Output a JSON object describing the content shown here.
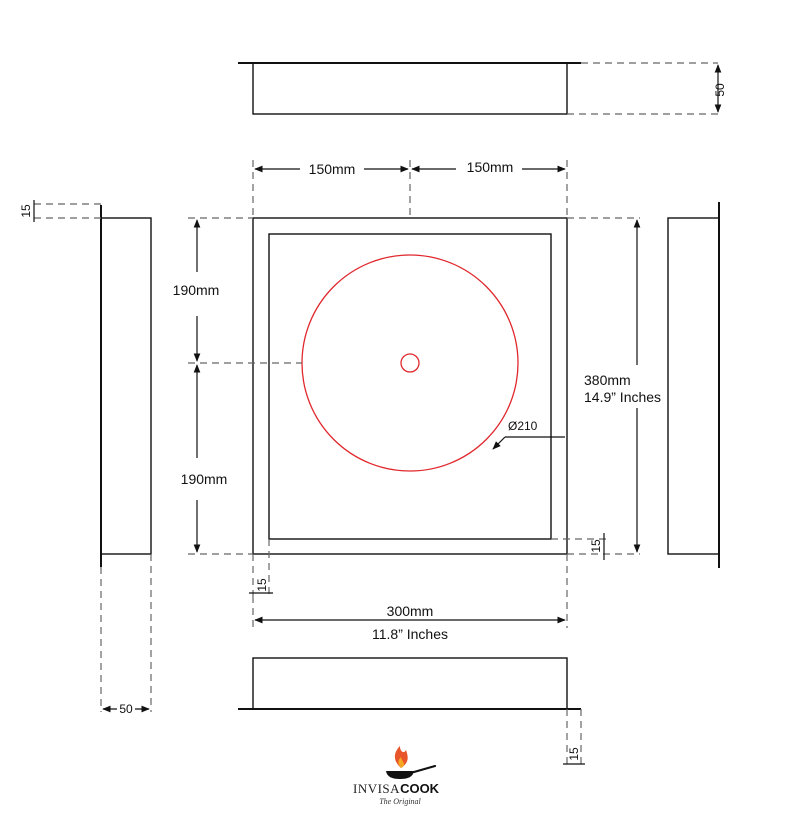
{
  "dimensions": {
    "half_width_left": "150mm",
    "half_width_right": "150mm",
    "top_height": "50",
    "left_offset": "15",
    "upper_height": "190mm",
    "lower_height": "190mm",
    "total_height_mm": "380mm",
    "total_height_in": "14.9” Inches",
    "diameter": "Ø210",
    "right_bottom_offset": "15",
    "bottom_left_offset": "15",
    "total_width_mm": "300mm",
    "total_width_in": "11.8” Inches",
    "left_width": "50",
    "bottom_right_offset": "15"
  },
  "brand": {
    "name_part1": "INVISA",
    "name_part2": "COOK",
    "tagline": "The Original"
  },
  "colors": {
    "burner": "#e0282d",
    "line": "#111111",
    "dashed": "#666666",
    "flame": "#e8552a"
  }
}
